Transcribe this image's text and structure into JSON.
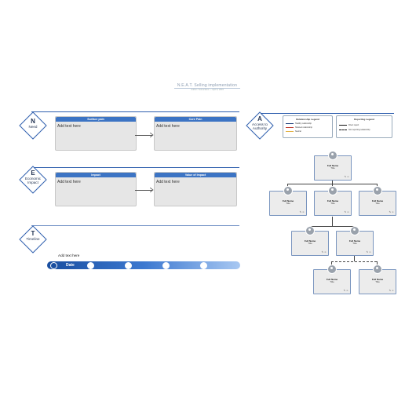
{
  "header": {
    "title": "N.E.A.T. Selling implementation",
    "subtitle": "Author / Instructions — April 4, 2019"
  },
  "sections": {
    "need": {
      "letter": "N",
      "label": "Need",
      "card_left": {
        "head": "Surface pain",
        "body": "Add text here"
      },
      "card_right": {
        "head": "Core Pain",
        "body": "Add text here"
      }
    },
    "economic": {
      "letter": "E",
      "label_line1": "Economic",
      "label_line2": "Impact",
      "card_left": {
        "head": "Impact",
        "body": "Add text here"
      },
      "card_right": {
        "head": "Value of Impact",
        "body": "Add text here"
      }
    },
    "timeline": {
      "letter": "T",
      "label": "Timeline",
      "text": "Add text here",
      "date": "Date"
    },
    "access": {
      "letter": "A",
      "label_line1": "Access to",
      "label_line2": "Authority"
    }
  },
  "legends": {
    "relationship": {
      "title": "Relationship Legend",
      "rows": [
        {
          "label": "Healthy relationship",
          "color": "#1f3f7a"
        },
        {
          "label": "Strained relationship",
          "color": "#c0392b"
        },
        {
          "label": "Neutral",
          "color": "#e2b040"
        }
      ]
    },
    "reporting": {
      "title": "Reporting Legend",
      "rows": [
        {
          "label": "Direct report",
          "style": "solid"
        },
        {
          "label": "Non-reporting relationship",
          "style": "dashed"
        }
      ]
    }
  },
  "org_nodes": [
    {
      "name": "Full Name",
      "title": "Title"
    },
    {
      "name": "Full Name",
      "title": "Title"
    },
    {
      "name": "Full Name",
      "title": "Title"
    },
    {
      "name": "Full Name",
      "title": "Title"
    },
    {
      "name": "Full Name",
      "title": "Title"
    },
    {
      "name": "Full Name",
      "title": "Title"
    },
    {
      "name": "Full Name",
      "title": "Title"
    },
    {
      "name": "Full Name",
      "title": "Title"
    }
  ],
  "colors": {
    "accent": "#2f5fae",
    "card_head": "#3c74c4",
    "card_bg": "#e6e6e6"
  }
}
